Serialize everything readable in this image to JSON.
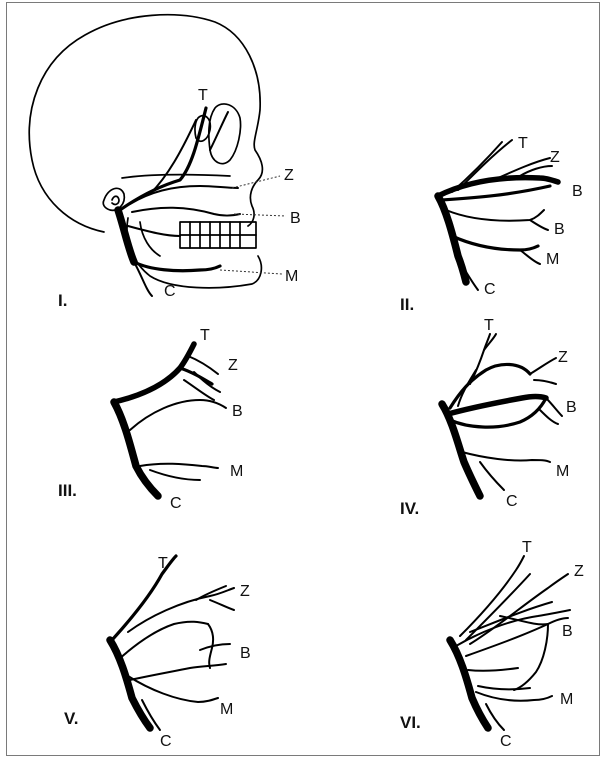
{
  "panels": [
    {
      "numeral": "I.",
      "labels": {
        "T": "T",
        "Z": "Z",
        "B": "B",
        "M": "M",
        "C": "C"
      }
    },
    {
      "numeral": "II.",
      "labels": {
        "T": "T",
        "Z": "Z",
        "B1": "B",
        "B2": "B",
        "M": "M",
        "C": "C"
      }
    },
    {
      "numeral": "III.",
      "labels": {
        "T": "T",
        "Z": "Z",
        "B": "B",
        "M": "M",
        "C": "C"
      }
    },
    {
      "numeral": "IV.",
      "labels": {
        "T": "T",
        "Z": "Z",
        "B": "B",
        "M": "M",
        "C": "C"
      }
    },
    {
      "numeral": "V.",
      "labels": {
        "T": "T",
        "Z": "Z",
        "B": "B",
        "M": "M",
        "C": "C"
      }
    },
    {
      "numeral": "VI.",
      "labels": {
        "T": "T",
        "Z": "Z",
        "B": "B",
        "M": "M",
        "C": "C"
      }
    }
  ]
}
